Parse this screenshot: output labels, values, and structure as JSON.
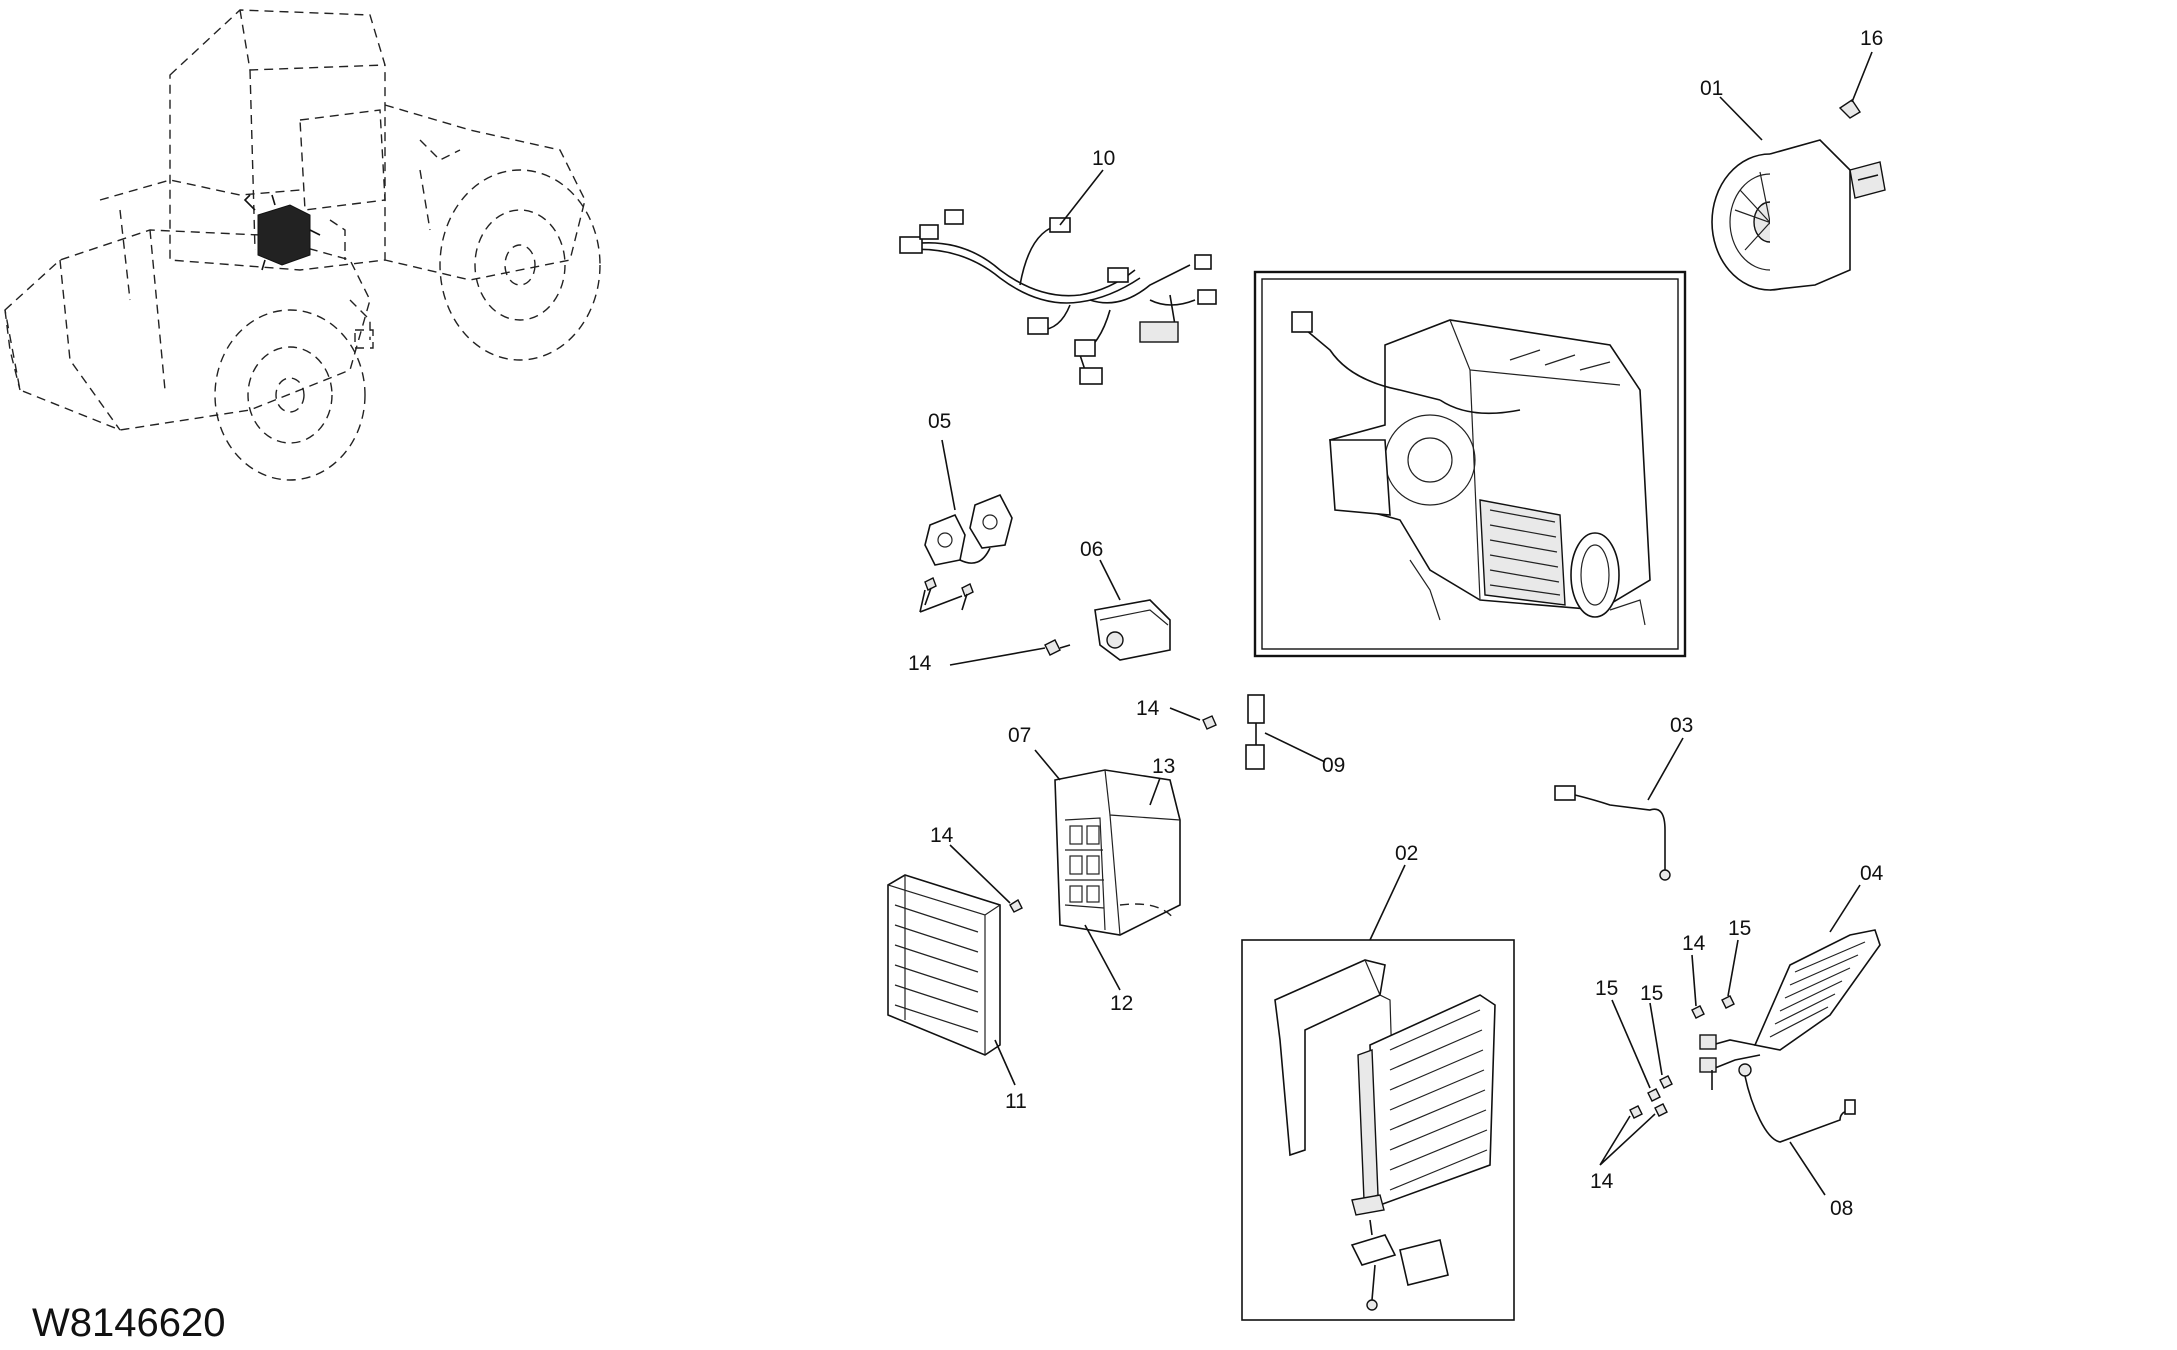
{
  "drawing_code": "W8146620",
  "callouts": {
    "c01": "01",
    "c02": "02",
    "c03": "03",
    "c04": "04",
    "c05": "05",
    "c06": "06",
    "c07": "07",
    "c08": "08",
    "c09": "09",
    "c10": "10",
    "c11": "11",
    "c12": "12",
    "c13": "13",
    "c14": "14",
    "c15": "15",
    "c16": "16"
  },
  "icons": {
    "overview": "wheel-loader-outline-icon",
    "blower": "blower-motor-icon",
    "heater_unit": "hvac-unit-icon",
    "harness": "wire-harness-icon"
  }
}
